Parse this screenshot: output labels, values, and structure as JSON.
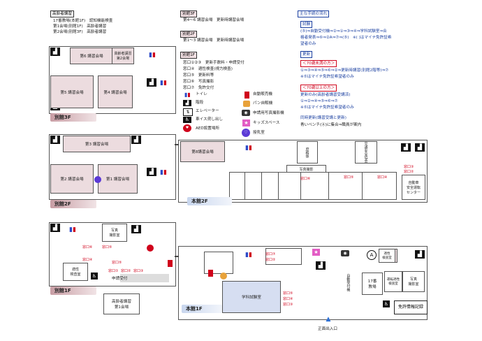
{
  "legend": {
    "elderly_title": "高齢者講習",
    "elderly_lines": [
      "17番教場(本館1F)　認知機能検査",
      "第1会場(別館1F)　高齢者講習",
      "第2会場(別館3F)　高齢者講習"
    ],
    "annex3f_title": "別館3F",
    "annex3f_lines": [
      "第4～6 講習会場　更新時講習会場"
    ],
    "annex2f_title": "別館2F",
    "annex2f_lines": [
      "第1～3 講習会場　更新時講習会場"
    ],
    "annex1f_title": "別館1F",
    "windows": [
      {
        "no": "窓口①②③",
        "text": "更新手数料・申請受付"
      },
      {
        "no": "窓口④",
        "text": "適性検査(視力検査)"
      },
      {
        "no": "窓口⑤",
        "text": "更新料等"
      },
      {
        "no": "窓口⑥",
        "text": "写真撮影"
      },
      {
        "no": "窓口⑦",
        "text": "免許交付"
      }
    ],
    "icons": [
      {
        "icon": "toilet-icon",
        "label": "トイレ"
      },
      {
        "icon": "stairs-icon",
        "label": "階段"
      },
      {
        "icon": "elevator-icon",
        "label": "エレベーター"
      },
      {
        "icon": "wheelchair-icon",
        "label": "車イス貸し出し"
      },
      {
        "icon": "aed-icon",
        "label": "AED設置場所"
      },
      {
        "icon": "vending-icon",
        "label": "自動販売機"
      },
      {
        "icon": "bread-icon",
        "label": "パン自販機"
      },
      {
        "icon": "camera-icon",
        "label": "申請用写真撮影機"
      },
      {
        "icon": "kids-icon",
        "label": "キッズスペース"
      },
      {
        "icon": "nursing-icon",
        "label": "授乳室"
      }
    ]
  },
  "flow": {
    "title": "主な手続の流れ",
    "exam_title": "試験",
    "exam_lines": [
      "(⑤)⇒自動受付機⇒②⇒①⇒③⇒④⇒学科試験室⇒合",
      "格者発表⇒⑥⇒②A⇒⑦⇒(⑤)　※( )はマイナ免許証希",
      "望者のみ"
    ],
    "renew_title": "更新",
    "under70_title": "＜70歳未満の方＞",
    "under70_lines": [
      "①⇒③⇒④⇒⑤⇒⑥⇒②⇒更新時講習(別館2階等)⇒⑦",
      "※⑤はマイナ免許証希望者のみ"
    ],
    "over70_title": "＜70歳以上の方＞",
    "over70_lines": [
      "更新のみ(高齢者講習受講済)",
      "①⇒②⇒④⇒⑤⇒⑥⇒⑦",
      "※⑤はマイナ免許証希望者のみ"
    ],
    "same_day_title": "同時更新(講習受講と更新)",
    "same_day_line": "青いベンチ(Ⓐ)に集合⇒職員が案内"
  },
  "floors": {
    "annex3f": {
      "label": "別館3F",
      "rooms": [
        "第6 講習会場",
        "高齢者講習\n第2会場",
        "第5 講習会場",
        "第4 講習会場"
      ]
    },
    "annex2f": {
      "label": "別館2F",
      "rooms": [
        "第3 講習会場",
        "第2 講習会場",
        "第1 講習会場"
      ]
    },
    "main2f": {
      "label": "本館2F",
      "rooms": [
        "第8講習会場",
        "庶務係",
        "交通安全協会",
        "写真撮影",
        "自動車\n安全運転\nセンター"
      ],
      "windows": [
        "窓口⑥",
        "窓口⑤",
        "窓口④",
        "窓口②",
        "窓口③"
      ]
    },
    "annex1f": {
      "label": "別館1F",
      "rooms": [
        "写真\n撮影室",
        "適性\n検査室",
        "高齢者講習\n第1会場"
      ],
      "windows": [
        "窓口⑥",
        "窓口⑤",
        "窓口④",
        "窓口①",
        "窓口②",
        "窓口③",
        "窓口⑤"
      ],
      "reception": "申請受付"
    },
    "main1f": {
      "label": "本館1F",
      "rooms": [
        "学科試験室",
        "17番\n教場",
        "適性\n検査室",
        "運転適性\n検査室",
        "写真\n撮影室",
        "免許情報記録"
      ],
      "auto_reception": "自動受付機",
      "bench_label": "A",
      "windows": [
        "窓口⑦",
        "窓口②",
        "窓口③",
        "窓口④",
        "窓口⑤"
      ],
      "entrance": "正面出入口"
    }
  },
  "colors": {
    "room": "#ecdcdf",
    "window": "#d0021b",
    "flow_blue": "#1a3fa0"
  }
}
